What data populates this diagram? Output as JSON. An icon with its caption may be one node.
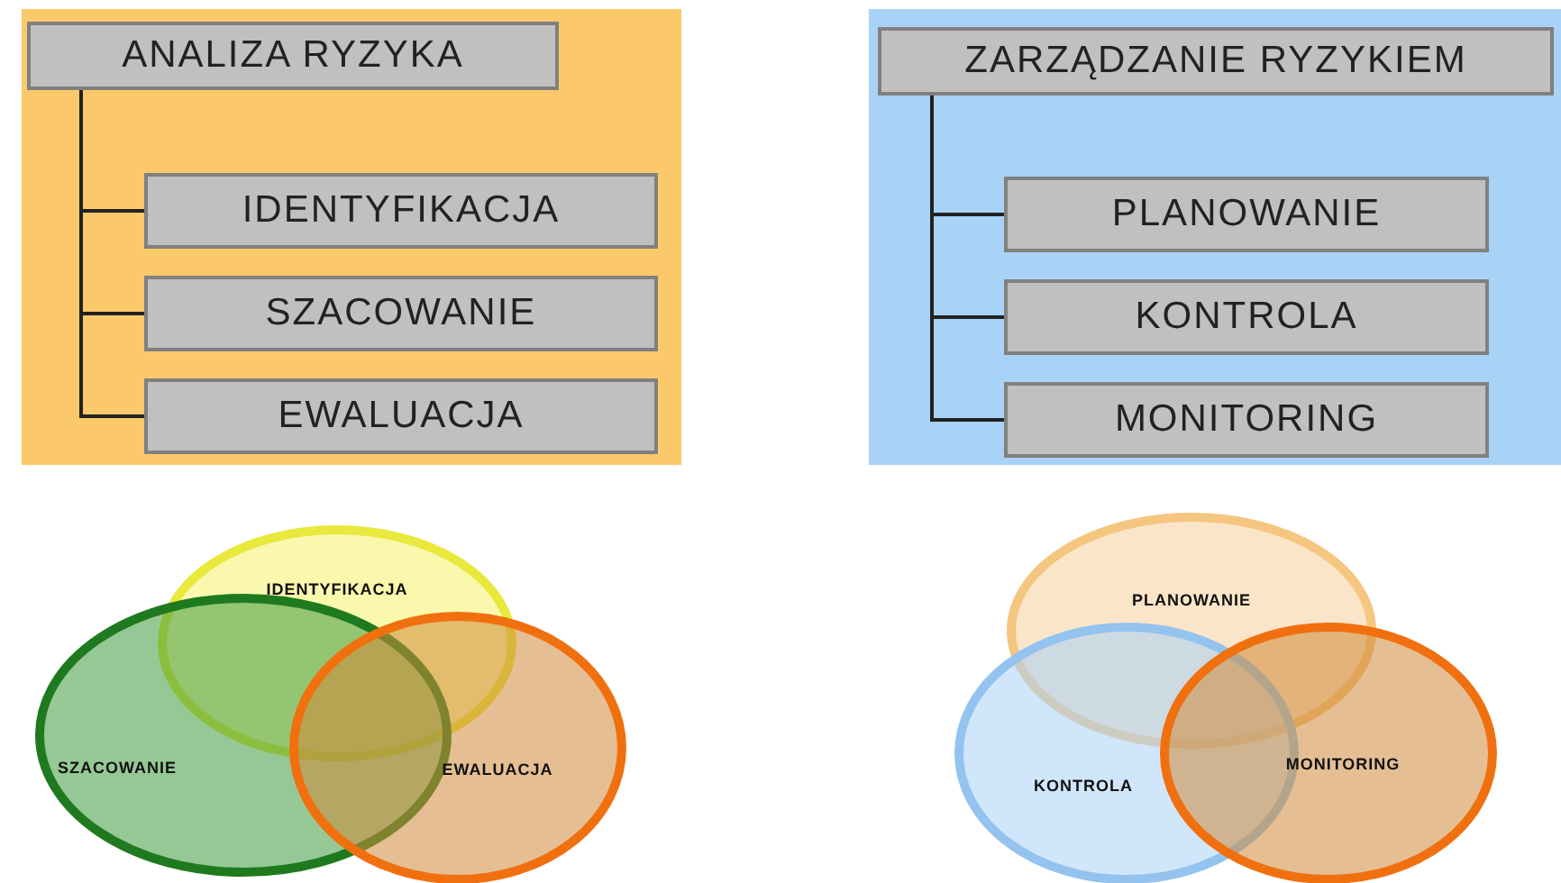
{
  "diagram": {
    "nodes": [
      {
        "text": [],
        "shape": "box"
      },
      {
        "text": [
          "ANALIZA RYZYKA"
        ],
        "in": 0
      },
      {
        "text": [
          "IDENTYFIKACJA"
        ],
        "in": 0
      },
      {
        "text": [
          "SZACOWANIE"
        ],
        "in": 0
      },
      {
        "text": [
          "EWALUACJA"
        ],
        "in": 0
      },
      {
        "text": [],
        "shape": "box"
      },
      {
        "text": [
          "ZARZĄDZANIE RYZYKIEM"
        ],
        "in": 5
      },
      {
        "text": [
          "PLANOWANIE"
        ],
        "in": 5
      },
      {
        "text": [
          "KONTROLA"
        ],
        "in": 5
      },
      {
        "text": [
          "MONITORING"
        ],
        "in": 5
      },
      {
        "text": [
          "IDENTYFIKACJA"
        ]
      },
      {
        "text": [
          "SZACOWANIE"
        ]
      },
      {
        "text": [
          "EWALUACJA"
        ]
      },
      {
        "text": [
          "PLANOWANIE"
        ]
      },
      {
        "text": [
          "KONTROLA"
        ]
      },
      {
        "text": [
          "MONITORING"
        ]
      }
    ],
    "edges": [
      {
        "from": 1,
        "to": 2,
        "arrow": "none"
      },
      {
        "from": 1,
        "to": 3,
        "arrow": "none"
      },
      {
        "from": 1,
        "to": 4,
        "arrow": "none"
      },
      {
        "from": 6,
        "to": 7,
        "arrow": "none"
      },
      {
        "from": 6,
        "to": 8,
        "arrow": "none"
      },
      {
        "from": 6,
        "to": 9,
        "arrow": "none"
      }
    ]
  }
}
